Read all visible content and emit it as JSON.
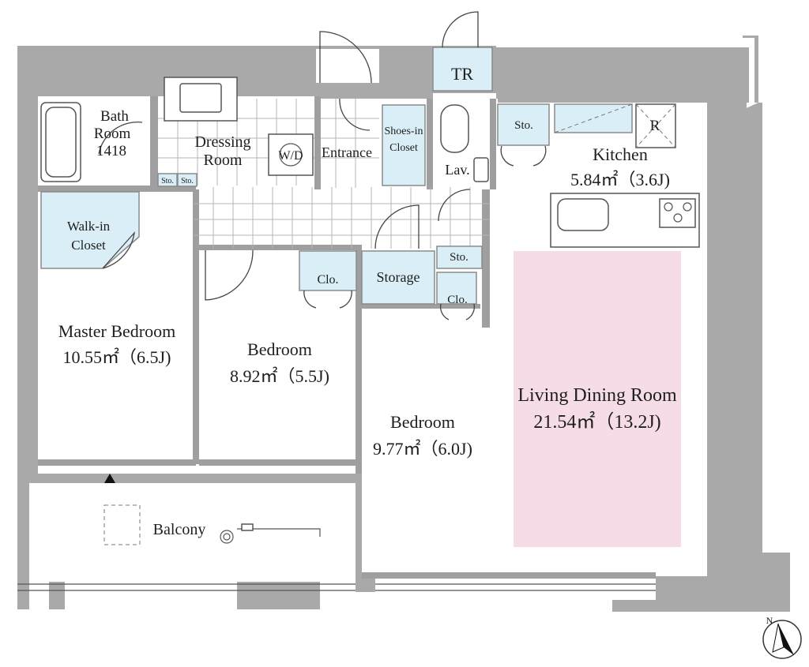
{
  "rooms": {
    "master_bedroom": {
      "name": "Master Bedroom",
      "area": "10.55㎡（6.5J)"
    },
    "bedroom_1": {
      "name": "Bedroom",
      "area": "8.92㎡（5.5J)"
    },
    "bedroom_2": {
      "name": "Bedroom",
      "area": "9.77㎡（6.0J)"
    },
    "ldk": {
      "name": "Living Dining Room",
      "area": "21.54㎡（13.2J)"
    },
    "kitchen": {
      "name": "Kitchen",
      "area": "5.84㎡（3.6J)"
    },
    "bath": {
      "line1": "Bath",
      "line2": "Room",
      "line3": "1418"
    },
    "dressing": {
      "line1": "Dressing",
      "line2": "Room"
    },
    "wd": "W/D",
    "entrance": "Entrance",
    "shoes": {
      "line1": "Shoes-in",
      "line2": "Closet"
    },
    "lav": "Lav.",
    "tr": "TR",
    "walkin": {
      "line1": "Walk-in",
      "line2": "Closet"
    },
    "storage": "Storage",
    "balcony": "Balcony",
    "refrigerator": "R"
  },
  "small_labels": {
    "sto": "Sto.",
    "clo": "Clo."
  },
  "compass": {
    "north": "N"
  },
  "colors": {
    "wall": "#a9a9a9",
    "storage_fill": "#d9eef7",
    "living_highlight": "#f5dce6"
  }
}
